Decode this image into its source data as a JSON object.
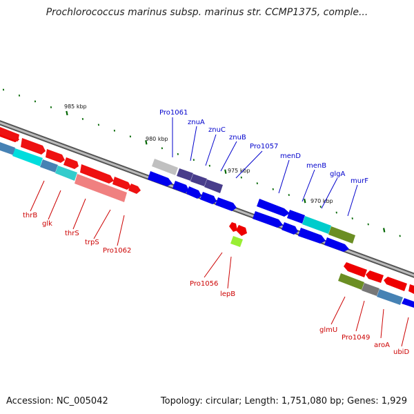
{
  "title": "Prochlorococcus marinus subsp. marinus str. CCMP1375, comple...",
  "footer": {
    "accession": "Accession: NC_005042",
    "summary": "Topology: circular; Length: 1,751,080 bp; Genes: 1,929"
  },
  "scale": {
    "ticks": [
      {
        "label": "985 kbp"
      },
      {
        "label": "980 kbp"
      },
      {
        "label": "975 kbp"
      },
      {
        "label": "970 kbp"
      }
    ]
  },
  "genes": {
    "upper": [
      {
        "label": "Pro1061",
        "color": "#0000cc"
      },
      {
        "label": "znuA",
        "color": "#0000cc"
      },
      {
        "label": "znuC",
        "color": "#0000cc"
      },
      {
        "label": "znuB",
        "color": "#0000cc"
      },
      {
        "label": "Pro1057",
        "color": "#0000cc"
      },
      {
        "label": "menD",
        "color": "#0000cc"
      },
      {
        "label": "menB",
        "color": "#0000cc"
      },
      {
        "label": "glgA",
        "color": "#0000cc"
      },
      {
        "label": "murF",
        "color": "#0000cc"
      }
    ],
    "lower": [
      {
        "label": "thrB",
        "color": "#cc0000"
      },
      {
        "label": "glk",
        "color": "#cc0000"
      },
      {
        "label": "thrS",
        "color": "#cc0000"
      },
      {
        "label": "trpS",
        "color": "#cc0000"
      },
      {
        "label": "Pro1062",
        "color": "#cc0000"
      },
      {
        "label": "Pro1056",
        "color": "#cc0000"
      },
      {
        "label": "lepB",
        "color": "#cc0000"
      },
      {
        "label": "glmU",
        "color": "#cc0000"
      },
      {
        "label": "Pro1049",
        "color": "#cc0000"
      },
      {
        "label": "aroA",
        "color": "#cc0000"
      },
      {
        "label": "ubiD",
        "color": "#cc0000"
      }
    ]
  },
  "colors": {
    "forward_strand": "#0000ee",
    "reverse_strand": "#ee0000",
    "backbone": "#888888",
    "tick": "#006600"
  }
}
